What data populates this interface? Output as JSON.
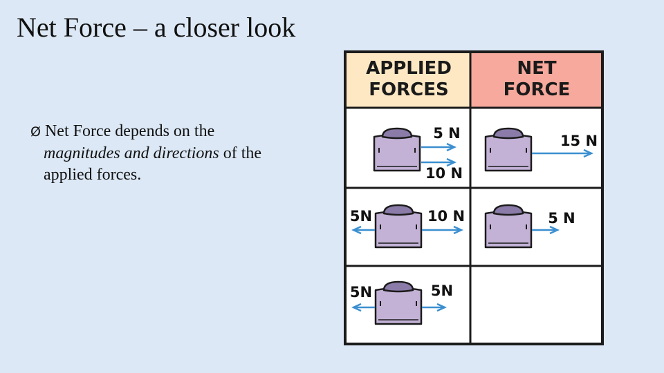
{
  "slide": {
    "title": "Net Force – a closer look",
    "bullet": {
      "marker": "Ø",
      "lead": "Net Force depends on the",
      "emphasis": "magnitudes and directions",
      "tail": "of the",
      "line3": "applied forces."
    }
  },
  "table": {
    "header_applied_line1": "APPLIED",
    "header_applied_line2": "FORCES",
    "header_net_line1": "NET",
    "header_net_line2": "FORCE",
    "rows": [
      {
        "applied": [
          "5 N",
          "10 N"
        ],
        "net": "15 N"
      },
      {
        "applied": [
          "5N",
          "10 N"
        ],
        "net": "5 N"
      },
      {
        "applied": [
          "5N",
          "5N"
        ],
        "net": ""
      }
    ]
  },
  "colors": {
    "background": "#dce8f5",
    "header_applied": "#fde8c3",
    "header_net": "#f6a99c",
    "block_fill": "#c3b2d6",
    "arrow": "#3b8fd0"
  },
  "icons": [
    "block-icon",
    "arrow-right-icon",
    "arrow-left-icon"
  ]
}
